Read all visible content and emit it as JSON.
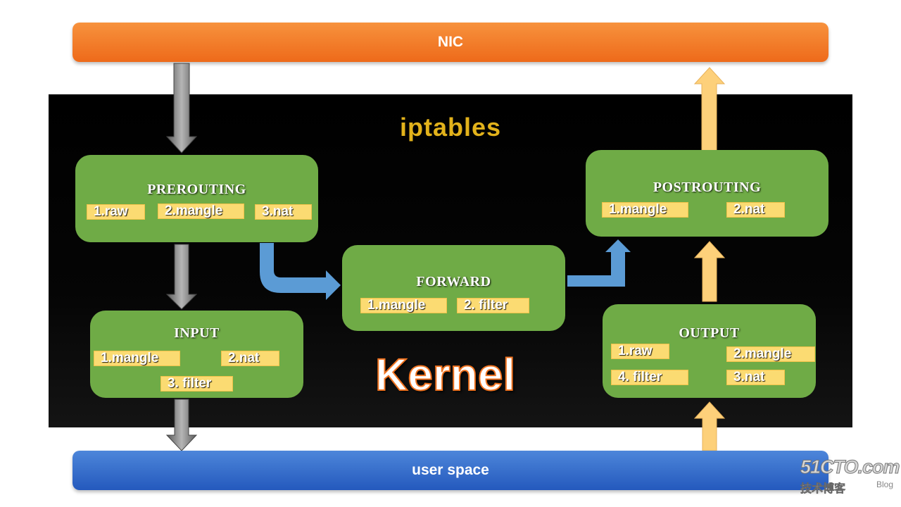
{
  "nic_label": "NIC",
  "user_space_label": "user space",
  "title": "iptables",
  "kernel_label": "Kernel",
  "chains": {
    "prerouting": {
      "name": "PREROUTING",
      "tables": [
        "1.raw",
        "2.mangle",
        "3.nat"
      ]
    },
    "input": {
      "name": "INPUT",
      "tables": [
        "1.mangle",
        "2.nat",
        "3. filter"
      ]
    },
    "forward": {
      "name": "FORWARD",
      "tables": [
        "1.mangle",
        "2. filter"
      ]
    },
    "postrouting": {
      "name": "POSTROUTING",
      "tables": [
        "1.mangle",
        "2.nat"
      ]
    },
    "output": {
      "name": "OUTPUT",
      "tables": [
        "1.raw",
        "2.mangle",
        "4. filter",
        "3.nat"
      ]
    }
  },
  "watermark": {
    "site": "51CTO.com",
    "sub": "技术博客",
    "blog": "Blog"
  },
  "colors": {
    "nic_bar": "#f07c2a",
    "user_space_bar": "#3a6fcc",
    "kernel_background": "#000000",
    "chain_box": "#6fab46",
    "table_label": "#fbdb72",
    "title_text": "#e2b21b",
    "kernel_text_outline": "#f07320",
    "gray_arrow": "#8c8c8c",
    "blue_arrow": "#5b9bd5",
    "yellow_arrow": "#fdd07a"
  }
}
